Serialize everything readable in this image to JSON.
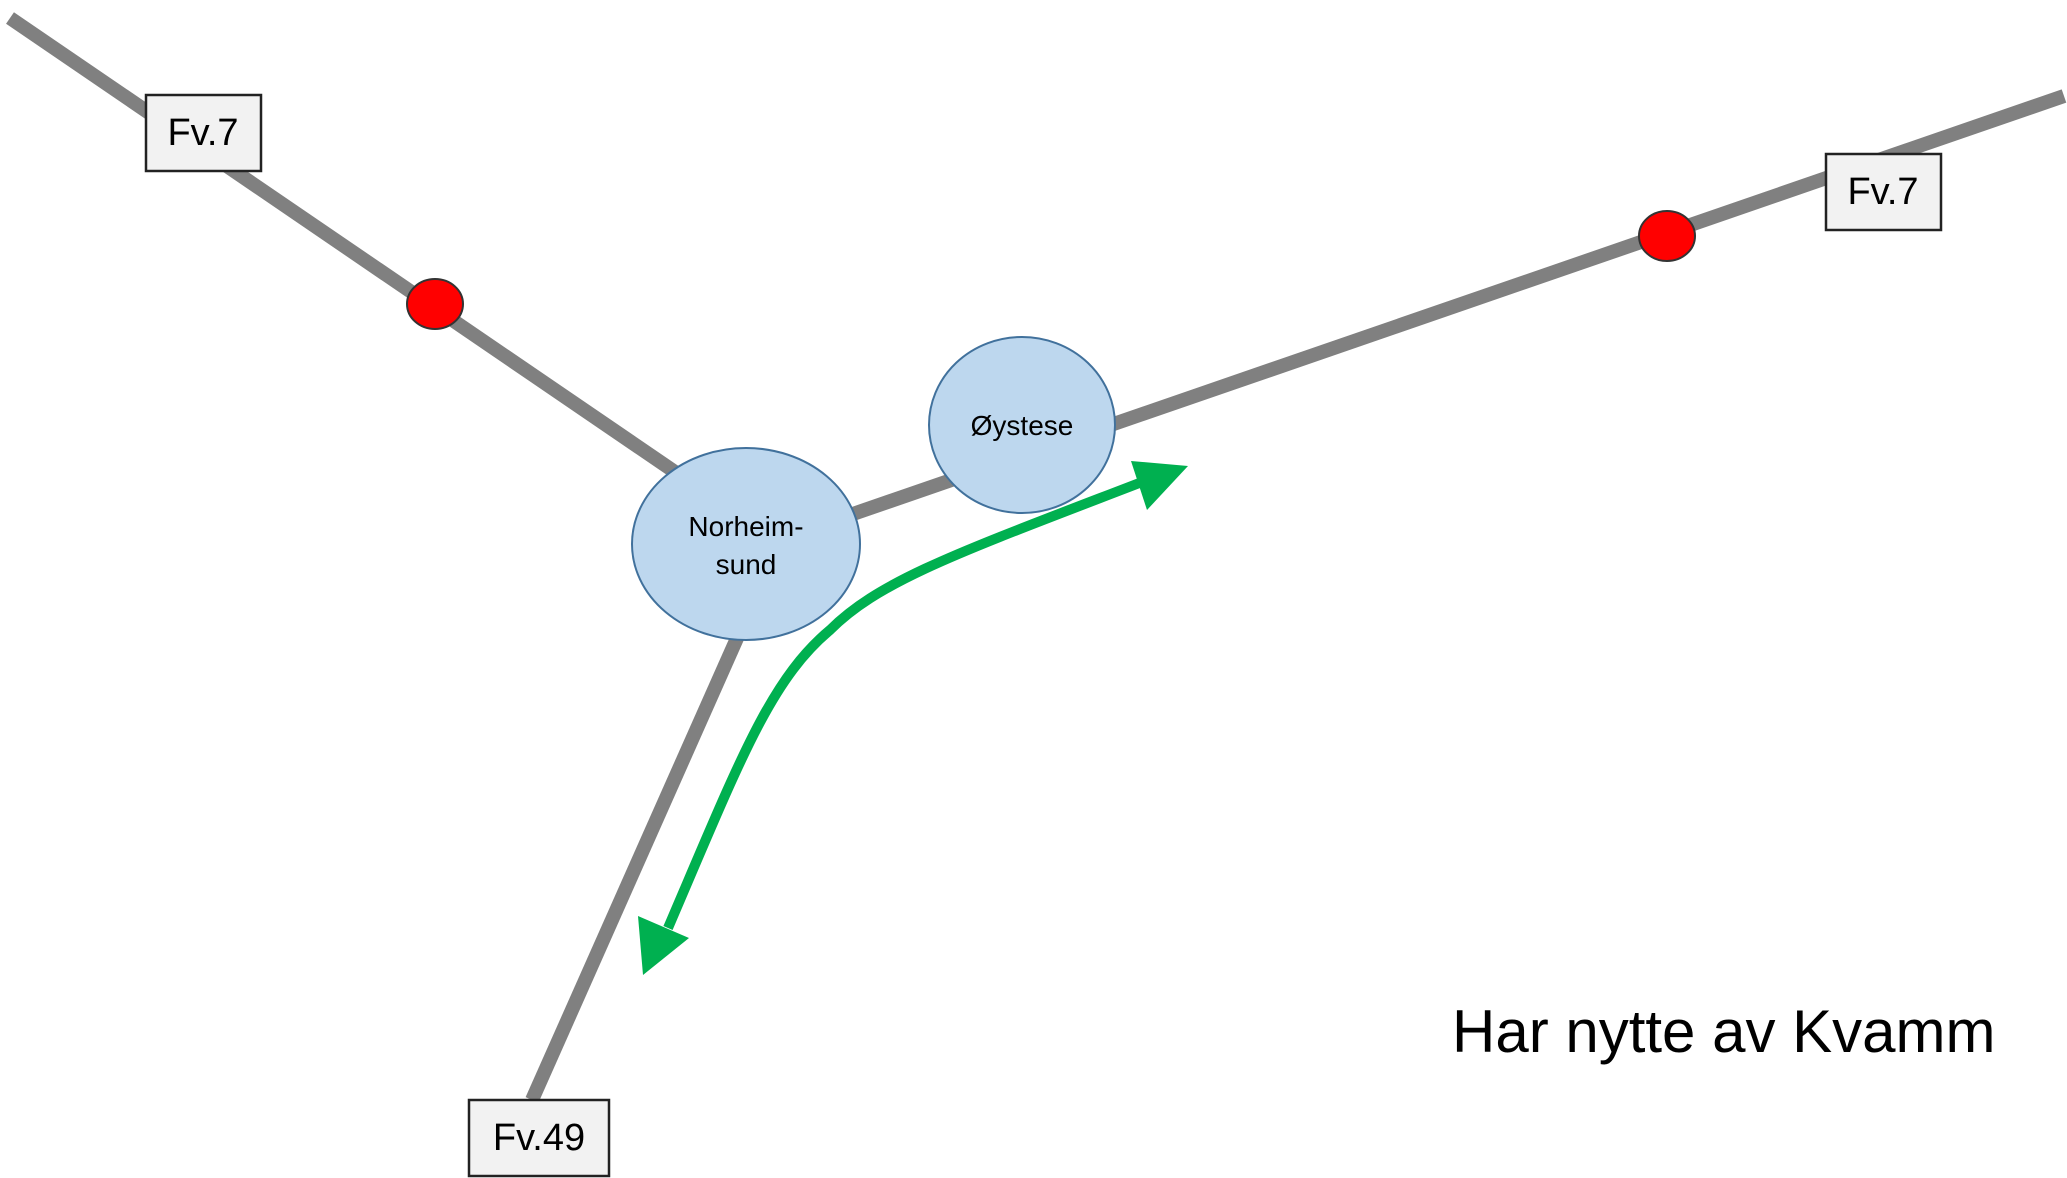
{
  "roads": [
    {
      "name": "Fv.7"
    },
    {
      "name": "Fv.7"
    },
    {
      "name": "Fv.49"
    }
  ],
  "signs": {
    "fv7_west": "Fv.7",
    "fv7_east": "Fv.7",
    "fv49_south": "Fv.49"
  },
  "towns": {
    "norheimsund_line1": "Norheim-",
    "norheimsund_line2": "sund",
    "oystese": "Øystese"
  },
  "caption": "Har nytte av Kvamm",
  "colors": {
    "road": "#808080",
    "stop": "#ff0000",
    "town_fill": "#bdd7ee",
    "town_stroke": "#41719c",
    "route": "#00b050",
    "sign_fill": "#f2f2f2"
  },
  "icons": {
    "stop_marker": "red-circle",
    "route": "double-headed-curved-arrow"
  }
}
